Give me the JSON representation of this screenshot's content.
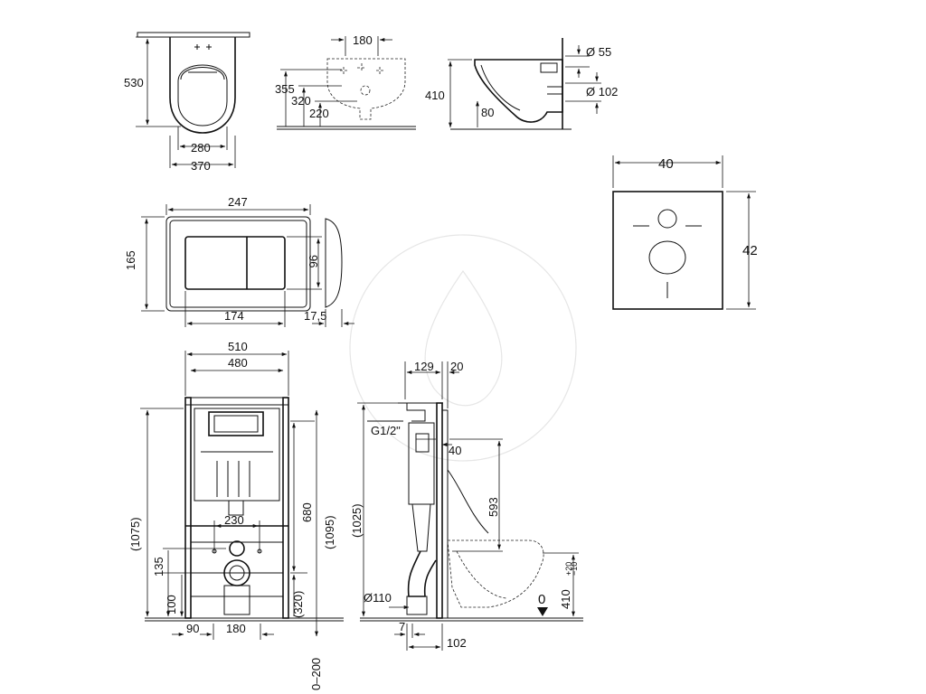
{
  "colors": {
    "line": "#111111",
    "background": "#ffffff",
    "watermark": "#e6e6e6"
  },
  "bowl_top_view": {
    "depth": "530",
    "inner_width": "280",
    "outer_width": "370"
  },
  "bowl_rear_view": {
    "fixing_spacing": "180",
    "h1": "355",
    "h2": "320",
    "h3": "220"
  },
  "bowl_side_view": {
    "height": "410",
    "offset": "80",
    "inlet_dia": "Ø 55",
    "outlet_dia": "Ø 102"
  },
  "flush_plate": {
    "width": "247",
    "height": "165",
    "buttons_width": "174",
    "buttons_height": "96",
    "thickness": "17,5"
  },
  "soundproof_pad": {
    "width": "40",
    "height": "42"
  },
  "frame_front_view": {
    "outer_width": "510",
    "inner_width": "480",
    "total_height": "(1075)",
    "mid_height": "680",
    "full_height": "(1095)",
    "bolt_spacing": "230",
    "inlet_height": "135",
    "drain_height": "100",
    "drain_axis": "(320)",
    "foot_offset": "90",
    "drain_width": "180",
    "foot_range": "0–200"
  },
  "frame_side_view": {
    "depth_top": "129",
    "depth_plate": "20",
    "water_inlet": "G1/2\"",
    "offset": "40",
    "height": "(1025)",
    "bolt_height": "593",
    "drain_dia": "Ø110",
    "floor_offset": "7",
    "drain_offset": "102",
    "bowl_height": "410",
    "tol_plus": "+20",
    "tol_minus": "−10",
    "floor_level": "0"
  }
}
